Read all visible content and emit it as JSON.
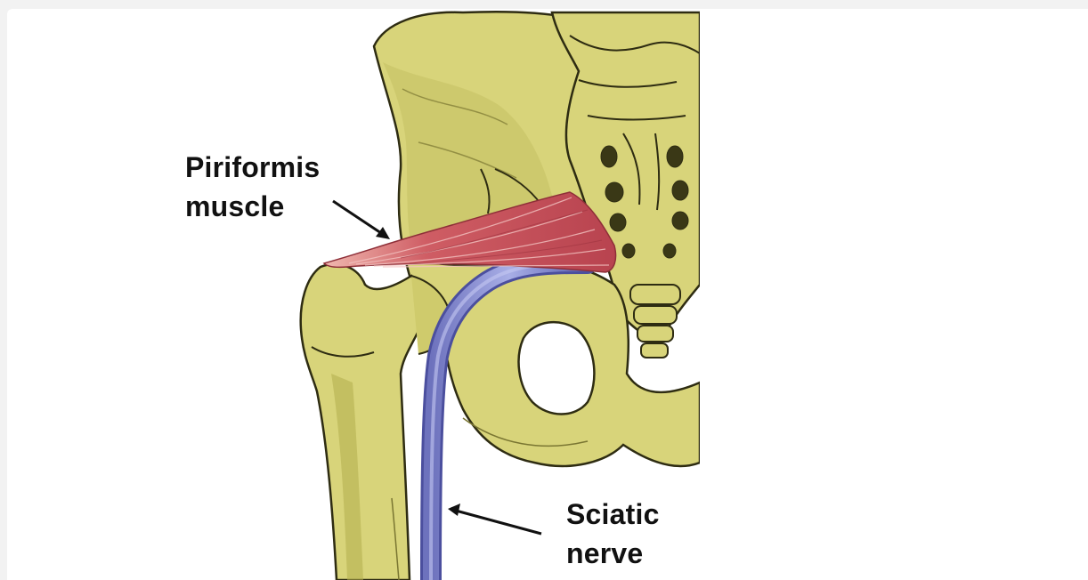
{
  "labels": {
    "piriformis": {
      "line1": "Piriformis",
      "line2": "muscle"
    },
    "sciatic": {
      "line1": "Sciatic",
      "line2": "nerve"
    }
  },
  "colors": {
    "bone": "#d8d47a",
    "bone_shadow": "#b2ad4c",
    "bone_outline": "#2e2c12",
    "muscle": "#c8545c",
    "muscle_light": "#e58a8c",
    "nerve": "#8f95d4",
    "nerve_dark": "#4b4f9e"
  },
  "icons": [
    "arrow-icon"
  ]
}
